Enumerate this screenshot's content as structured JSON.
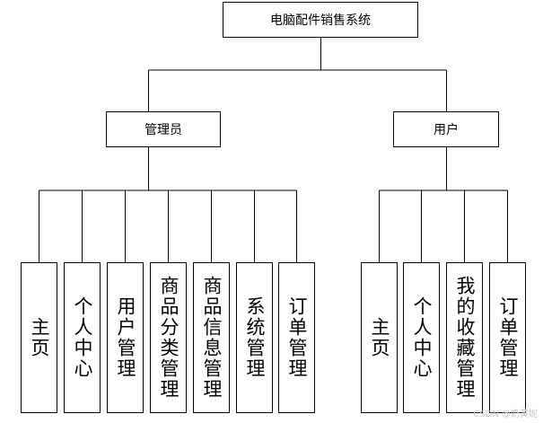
{
  "root": {
    "label": "电脑配件销售系统"
  },
  "groups": [
    {
      "label": "管理员",
      "items": [
        "主页",
        "个人中心",
        "用户管理",
        "商品分类管理",
        "商品信息管理",
        "系统管理",
        "订单管理"
      ]
    },
    {
      "label": "用户",
      "items": [
        "主页",
        "个人中心",
        "我的收藏管理",
        "订单管理"
      ]
    }
  ],
  "watermark": "CSDN @奶黄妮"
}
